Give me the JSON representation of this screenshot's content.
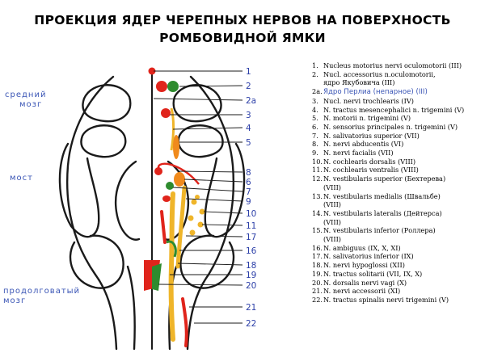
{
  "title": {
    "line1": "ПРОЕКЦИЯ ЯДЕР ЧЕРЕПНЫХ НЕРВОВ НА ПОВЕРХНОСТЬ",
    "line2": "РОМБОВИДНОЙ ЯМКИ"
  },
  "regions": {
    "midbrain_l1": "средний",
    "midbrain_l2": "мозг",
    "pons": "мост",
    "medulla_l1": "продолговатый",
    "medulla_l2": "мозг"
  },
  "markers": [
    "1",
    "2",
    "2a",
    "3",
    "4",
    "5",
    "8",
    "6",
    "7",
    "9",
    "10",
    "11",
    "17",
    "16",
    "18",
    "19",
    "20",
    "21",
    "22"
  ],
  "legend": [
    {
      "num": "1.",
      "text": "Nucleus motorius nervi oculomotorii (III)"
    },
    {
      "num": "2.",
      "text": "Nucl. accessorius n.oculomotorii,"
    },
    {
      "num": "",
      "text": "ядро Якубовича (III)"
    },
    {
      "num": "2a.",
      "text": "Ядро Перлиа (непарное) (III)",
      "handwritten": true
    },
    {
      "num": "3.",
      "text": "Nucl. nervi trochlearis (IV)"
    },
    {
      "num": "4.",
      "text": "N. tractus mesencephalici n. trigemini (V)"
    },
    {
      "num": "5.",
      "text": "N. motorii n. trigemini (V)"
    },
    {
      "num": "6.",
      "text": "N. sensorius principales n. trigemini (V)"
    },
    {
      "num": "7.",
      "text": "N. salivatorius superior (VII)"
    },
    {
      "num": "8.",
      "text": "N. nervi abducentis (VI)"
    },
    {
      "num": "9.",
      "text": "N. nervi facialis (VII)"
    },
    {
      "num": "10.",
      "text": "N. cochlearis dorsalis (VIII)"
    },
    {
      "num": "11.",
      "text": "N. cochlearis ventralis (VIII)"
    },
    {
      "num": "12.",
      "text": "N. vestibularis superior (Бехтерева)"
    },
    {
      "num": "",
      "text": "(VIII)"
    },
    {
      "num": "13.",
      "text": "N. vestibularis medialis (Швальбе)"
    },
    {
      "num": "",
      "text": "(VIII)"
    },
    {
      "num": "14.",
      "text": "N. vestibularis lateralis (Дейтерса)"
    },
    {
      "num": "",
      "text": "(VIII)"
    },
    {
      "num": "15.",
      "text": "N. vestibularis inferior (Роллера)"
    },
    {
      "num": "",
      "text": "(VIII)"
    },
    {
      "num": "16.",
      "text": "N. ambiguus (IX, X, XI)"
    },
    {
      "num": "17.",
      "text": "N. salivatorius inferior (IX)"
    },
    {
      "num": "18.",
      "text": "N. nervi hypoglossi (XII)"
    },
    {
      "num": "19.",
      "text": "N. tractus solitarii (VII, IX, X)"
    },
    {
      "num": "20.",
      "text": "N. dorsalis nervi vagi (X)"
    },
    {
      "num": "21.",
      "text": "N. nervi accessorii (XI)"
    },
    {
      "num": "22.",
      "text": "N. tractus spinalis nervi trigemini (V)"
    }
  ],
  "colors": {
    "outline": "#1a1a1a",
    "motor_red": "#e0241b",
    "parasympathetic_green": "#2e8b2e",
    "sensory_yellow": "#efb52a",
    "orange": "#f08a1c",
    "handwriting_blue": "#3a55b5"
  }
}
